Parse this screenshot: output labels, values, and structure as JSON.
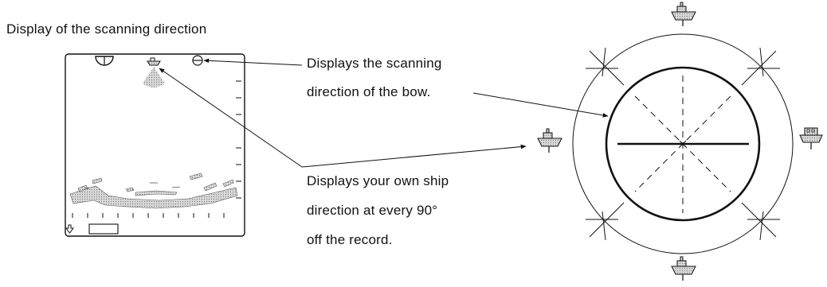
{
  "heading": "Display of the scanning direction",
  "callout_bow": {
    "line1": "Displays the scanning",
    "line2": "direction of the bow."
  },
  "callout_ship": {
    "line1": "Displays your own ship",
    "line2": "direction at every 90°",
    "line3": "off the record."
  },
  "icons": [
    "half-circle-icon",
    "ship-icon",
    "circle-minus-icon",
    "down-arrow-icon",
    "ship-icon"
  ],
  "colors": {
    "line": "#111111",
    "ship_fill": "#b5b5b5",
    "sector_fill": "#cccccc",
    "echo_fill": "#888888"
  }
}
